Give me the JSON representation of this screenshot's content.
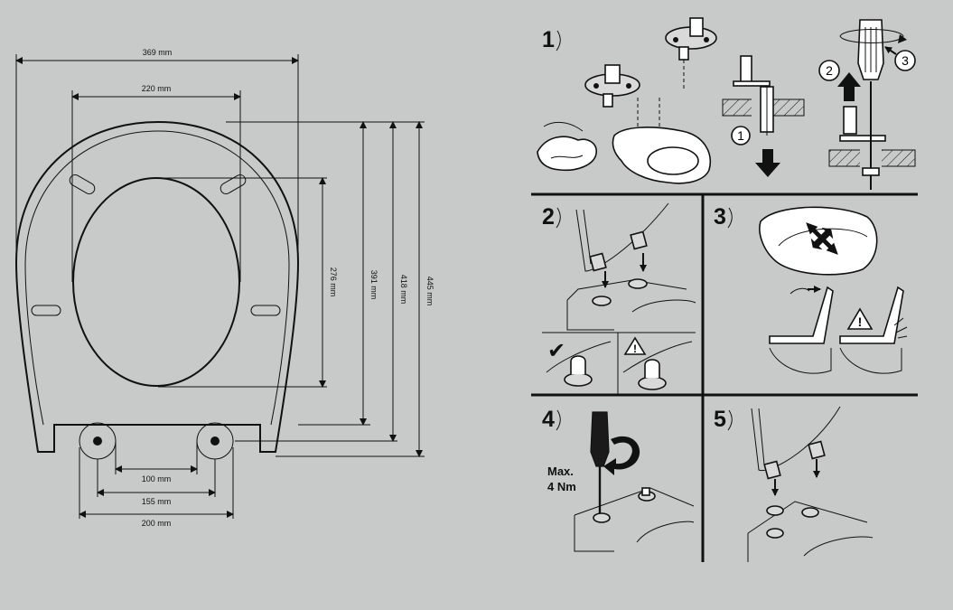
{
  "dimensions": {
    "width_outer": "369 mm",
    "width_inner": "220 mm",
    "length_opening": "276 mm",
    "length_seat": "391 mm",
    "length_lid": "418 mm",
    "length_total": "445 mm",
    "hinge_100": "100 mm",
    "hinge_155": "155 mm",
    "hinge_200": "200 mm"
  },
  "steps": {
    "s1": "1",
    "s2": "2",
    "s3": "3",
    "s4": "4",
    "s5": "5"
  },
  "sub_steps": {
    "a": "1",
    "b": "2",
    "c": "3"
  },
  "torque": {
    "line1": "Max.",
    "line2": "4 Nm"
  },
  "marks": {
    "ok": "✔",
    "warn": "!"
  }
}
